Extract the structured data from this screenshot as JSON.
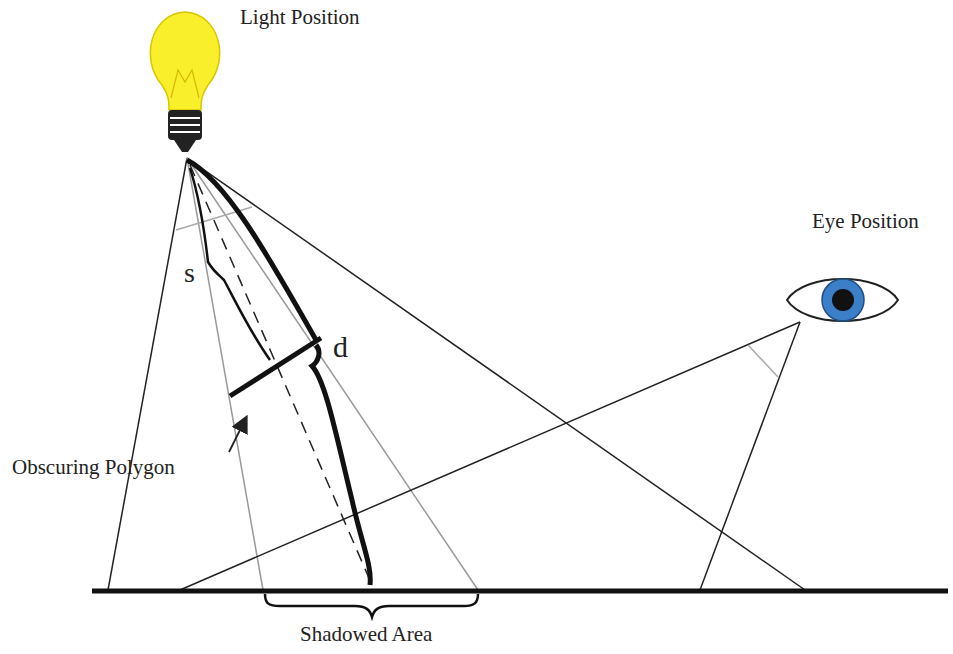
{
  "diagram": {
    "labels": [
      "Light Position",
      "Eye Position",
      "s",
      "d",
      "Obscuring Polygon",
      "Shadowed Area"
    ]
  }
}
